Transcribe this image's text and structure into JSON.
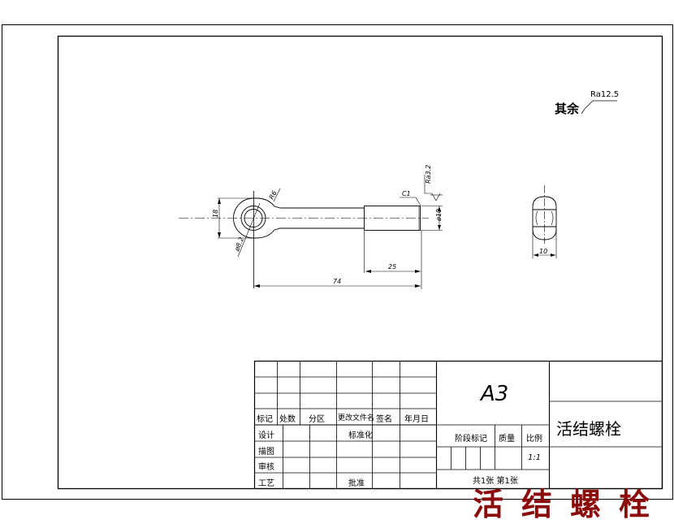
{
  "drawing": {
    "surface_note": {
      "label": "其余",
      "roughness": "Ra12.5"
    },
    "front_view": {
      "eye_height_dim": "18",
      "hole_dia_dim": "ø8.2",
      "fillet_dim": "R6",
      "thread_length_dim": "25",
      "overall_length_dim": "74",
      "thread_dia_dim": "ø10",
      "chamfer_dim": "C1",
      "local_roughness": "Ra3.2"
    },
    "side_view": {
      "width_dim": "10"
    }
  },
  "title_block": {
    "revision_headers": [
      "标记",
      "处数",
      "分区",
      "更改文件名",
      "签名",
      "年月日"
    ],
    "sign_rows": [
      "设计",
      "描图",
      "审核",
      "工艺"
    ],
    "standardization_label": "标准化",
    "approval_label": "批准",
    "sheet_size": "A3",
    "stage_label": "阶段标记",
    "weight_label": "质量",
    "scale_label": "比例",
    "scale_value": "1:1",
    "sheet_count": "共1张  第1张",
    "part_name": "活结螺栓"
  },
  "watermark": {
    "text": "活结螺栓",
    "color": "#8b0a0a"
  }
}
